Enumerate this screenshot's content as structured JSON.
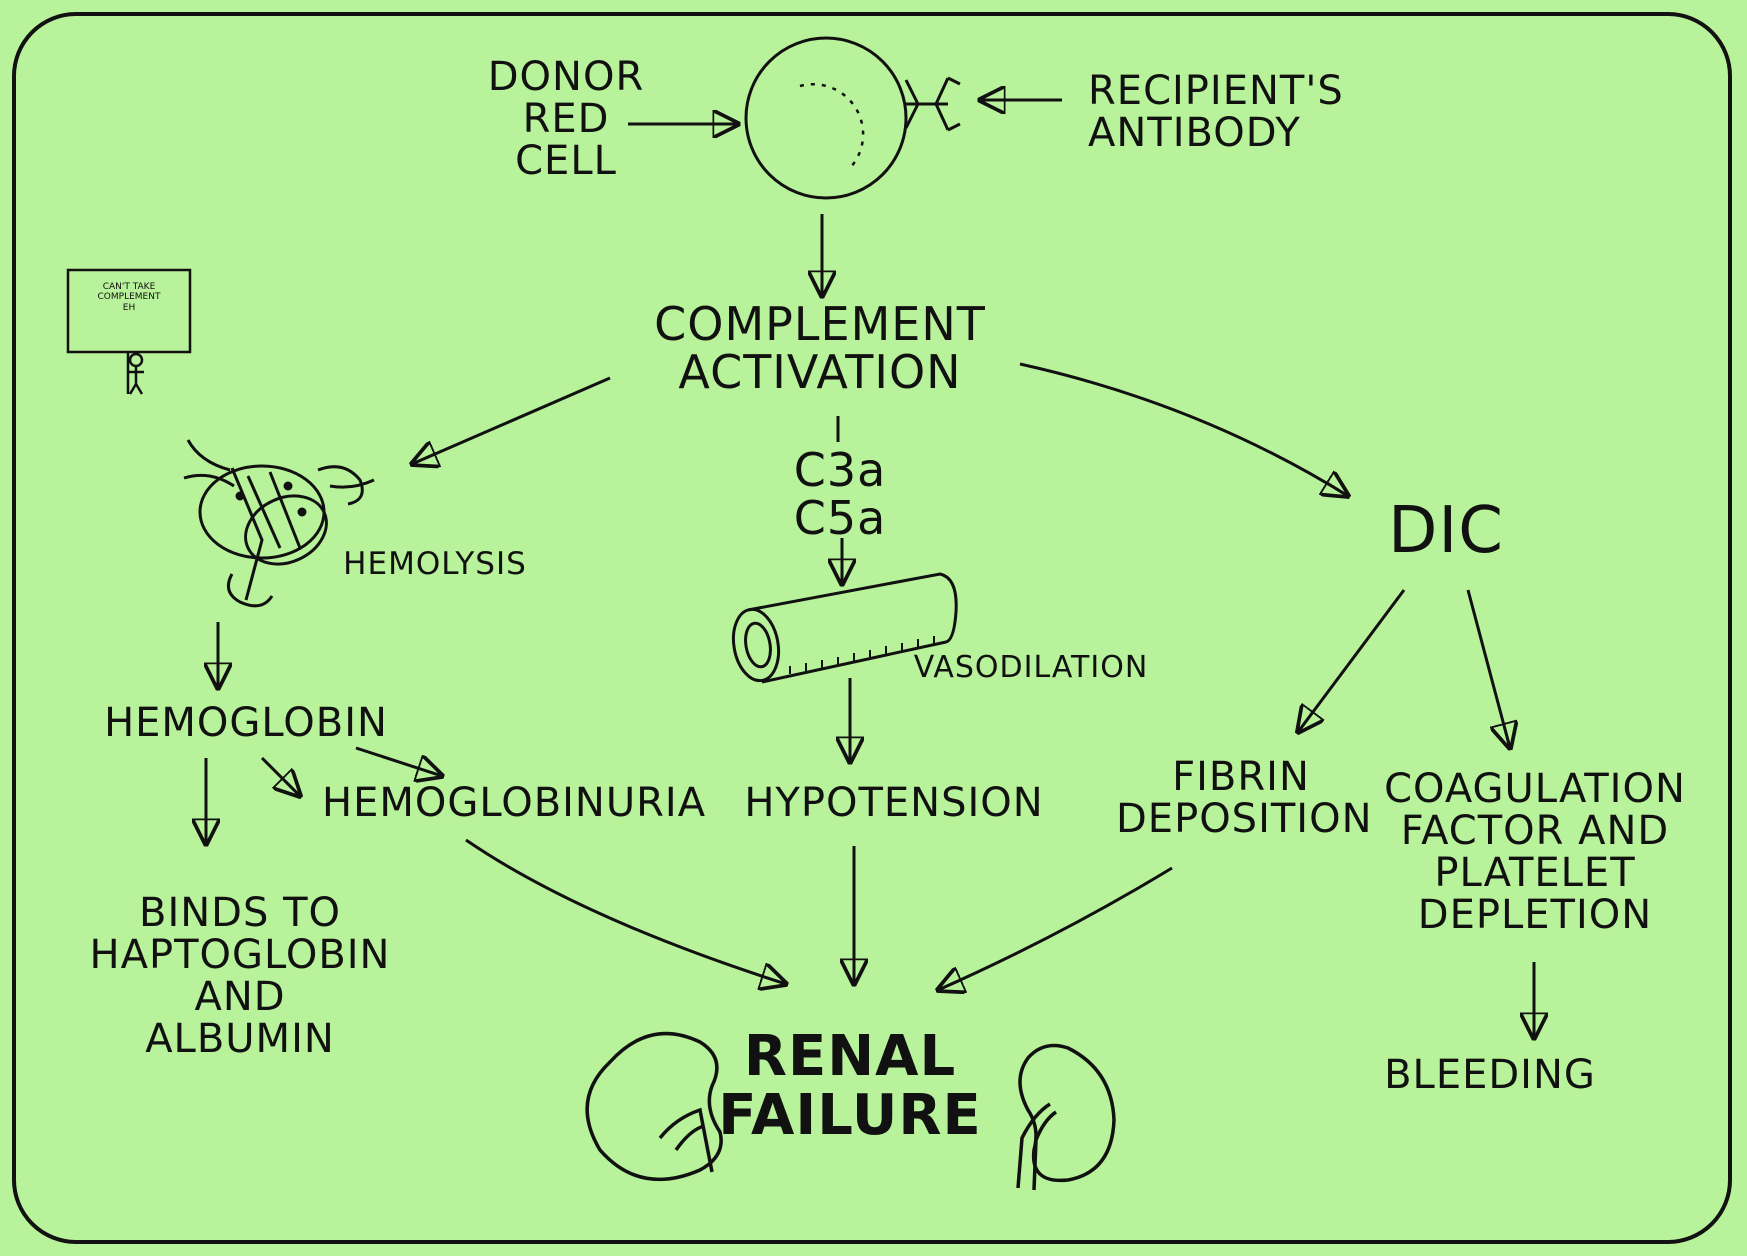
{
  "colors": {
    "background": "#b8f29a",
    "ink": "#111111"
  },
  "nodes": {
    "donor_red_cell": [
      "DONOR",
      "RED",
      "CELL"
    ],
    "recipient_antibody": [
      "RECIPIENT'S",
      "ANTIBODY"
    ],
    "complement_activation": [
      "COMPLEMENT",
      "ACTIVATION"
    ],
    "c3a": "C3a",
    "c5a": "C5a",
    "hemolysis": "HEMOLYSIS",
    "dic": "DIC",
    "vasodilation": "VASODILATION",
    "hemoglobin": "HEMOGLOBIN",
    "hemoglobinuria": "HEMOGLOBINURIA",
    "hypotension": "HYPOTENSION",
    "fibrin_deposition": [
      "FIBRIN",
      "DEPOSITION"
    ],
    "coagulation_depletion": [
      "COAGULATION",
      "FACTOR AND",
      "PLATELET",
      "DEPLETION"
    ],
    "binds_to": [
      "BINDS TO",
      "HAPTOGLOBIN",
      "AND",
      "ALBUMIN"
    ],
    "renal_failure": [
      "RENAL",
      "FAILURE"
    ],
    "bleeding": "BLEEDING"
  },
  "sign": [
    "CAN'T TAKE",
    "COMPLEMENT",
    "EH"
  ]
}
